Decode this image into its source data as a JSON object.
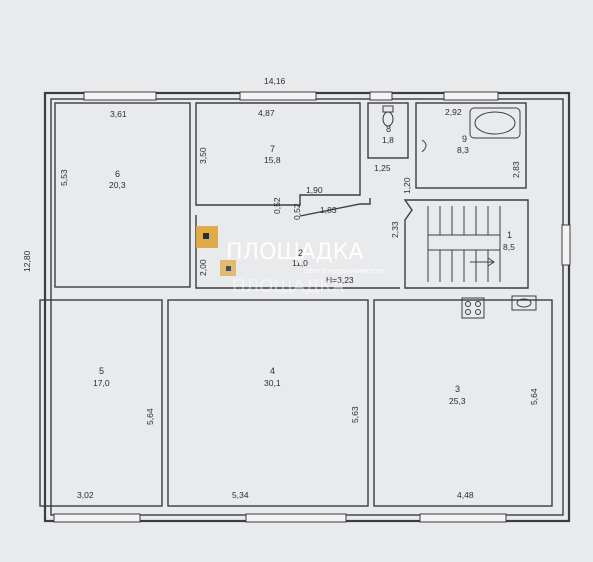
{
  "plan": {
    "overall_width": "14,16",
    "overall_height": "12,80",
    "rooms": [
      {
        "id": "1",
        "no": "1",
        "area": "8,5"
      },
      {
        "id": "2",
        "no": "2",
        "area": "11,0",
        "height": "H=3,23"
      },
      {
        "id": "3",
        "no": "3",
        "area": "25,3"
      },
      {
        "id": "4",
        "no": "4",
        "area": "30,1"
      },
      {
        "id": "5",
        "no": "5",
        "area": "17,0"
      },
      {
        "id": "6",
        "no": "6",
        "area": "20,3"
      },
      {
        "id": "7",
        "no": "7",
        "area": "15,8"
      },
      {
        "id": "8",
        "no": "8",
        "area": "1,8"
      },
      {
        "id": "9",
        "no": "9",
        "area": "8,3"
      }
    ],
    "dimensions": {
      "d_361": "3,61",
      "d_553": "5,53",
      "d_487": "4,87",
      "d_350": "3,50",
      "d_190": "1,90",
      "d_052a": "0,52",
      "d_052b": "0,52",
      "d_183": "1,83",
      "d_125": "1,25",
      "d_120": "1,20",
      "d_292": "2,92",
      "d_283": "2,83",
      "d_233": "2,33",
      "d_200": "2,00",
      "d_564a": "5,64",
      "d_302": "3,02",
      "d_563": "5,63",
      "d_534": "5,34",
      "d_564b": "5,64",
      "d_448": "4,48"
    }
  },
  "watermark": {
    "brand": "ПЛОЩАДКА",
    "tagline": "центр недвижимости"
  }
}
